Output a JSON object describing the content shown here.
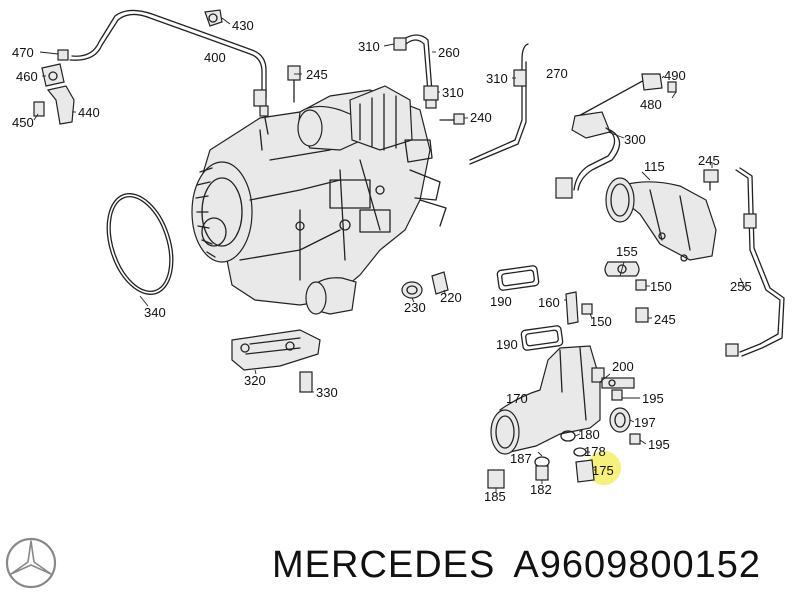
{
  "footer": {
    "brand": "MERCEDES",
    "part_number": "A9609800152"
  },
  "callouts": {
    "c430": "430",
    "c470": "470",
    "c460": "460",
    "c440": "440",
    "c450": "450",
    "c400": "400",
    "c245a": "245",
    "c310a": "310",
    "c260": "260",
    "c310b": "310",
    "c310c": "310",
    "c270": "270",
    "c240": "240",
    "c490": "490",
    "c480": "480",
    "c300": "300",
    "c115": "115",
    "c245b": "245",
    "c340": "340",
    "c230": "230",
    "c220": "220",
    "c190a": "190",
    "c160": "160",
    "c150a": "150",
    "c155": "155",
    "c150b": "150",
    "c245c": "245",
    "c255": "255",
    "c190b": "190",
    "c200": "200",
    "c195a": "195",
    "c320": "320",
    "c330": "330",
    "c170": "170",
    "c197": "197",
    "c180": "180",
    "c195b": "195",
    "c178": "178",
    "c187": "187",
    "c175": "175",
    "c185": "185",
    "c182": "182"
  },
  "highlight": {
    "callout": "175",
    "color": "#f3ef63"
  },
  "icons": {
    "logo": "mercedes-star-icon"
  }
}
